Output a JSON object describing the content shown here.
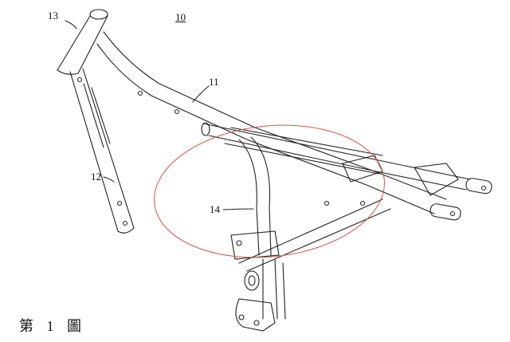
{
  "figure": {
    "caption": "第 1 圖",
    "reference_numerals": {
      "assembly": "10",
      "top_tube": "11",
      "down_tube": "12",
      "head_tube": "13",
      "seat_tube": "14"
    },
    "highlight_color": "#d9534f",
    "line_color": "#222222"
  }
}
